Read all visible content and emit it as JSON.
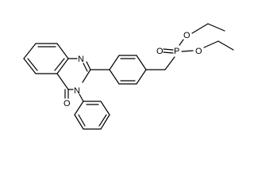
{
  "structure": {
    "atoms": {
      "n1": "N",
      "n3": "N",
      "carbonyl_o": "O",
      "p_double_o": "O",
      "phosphorus": "P",
      "ester_o_upper": "O",
      "ester_o_lower": "O"
    },
    "colors": {
      "bond": "#000000",
      "label": "#000000",
      "background": "#ffffff"
    }
  }
}
